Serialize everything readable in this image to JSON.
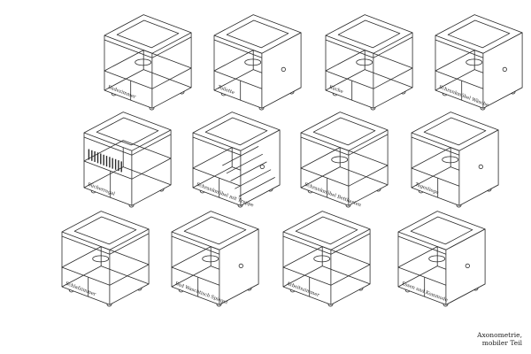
{
  "caption": {
    "line1": "Axonometrie,",
    "line2": "mobiler Teil"
  },
  "modules": [
    {
      "label": "Badezimmer",
      "detail": "bathtub"
    },
    {
      "label": "Toilette",
      "detail": "toilet"
    },
    {
      "label": "Küche",
      "detail": "kitchen"
    },
    {
      "label": "Schrankmöbel Wäsche",
      "detail": "sleep"
    },
    {
      "label": "Bücherregal",
      "detail": "books"
    },
    {
      "label": "Schrankmöbel mit Treppe",
      "detail": "stairs"
    },
    {
      "label": "Schrankmöbel Bettkasten",
      "detail": "drawers"
    },
    {
      "label": "Tagesliege",
      "detail": "lounge"
    },
    {
      "label": "Schlafzimmer",
      "detail": "bed"
    },
    {
      "label": "Bad Waschtisch Spiegel",
      "detail": "sink"
    },
    {
      "label": "Arbeitszimmer",
      "detail": "desk"
    },
    {
      "label": "Essen und Kommode",
      "detail": "dining"
    }
  ]
}
